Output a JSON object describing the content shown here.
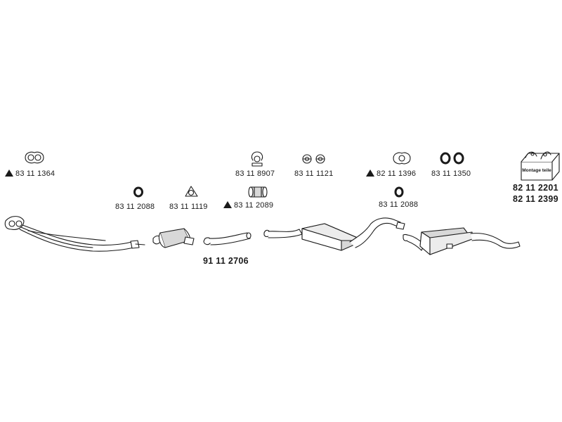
{
  "parts": {
    "gasket_oval_top_left": {
      "number": "83 11 1364",
      "marker": "triangle"
    },
    "clamp": {
      "number": "83 11 8907"
    },
    "gaskets_pair": {
      "number": "83 11 1121"
    },
    "gasket_ring": {
      "number": "82 11 1396",
      "marker": "triangle"
    },
    "rubber_rings": {
      "number": "83 11 1350"
    },
    "ring_left": {
      "number": "83 11 2088"
    },
    "gasket_three_hole": {
      "number": "83 11 1119"
    },
    "sleeve": {
      "number": "83 11 2089",
      "marker": "triangle"
    },
    "ring_right": {
      "number": "83 11 2088"
    },
    "catalyst_pipe": {
      "number": "91 11 2706"
    },
    "mounting_kit": {
      "number_1": "82 11 2201",
      "number_2": "82 11 2399",
      "box_text": "Montage teile"
    }
  },
  "colors": {
    "line": "#1a1a1a",
    "fill": "#ffffff",
    "shade": "#d8d8d8"
  },
  "icons": [
    "warning-triangle-icon",
    "mounting-kit-box-icon"
  ]
}
